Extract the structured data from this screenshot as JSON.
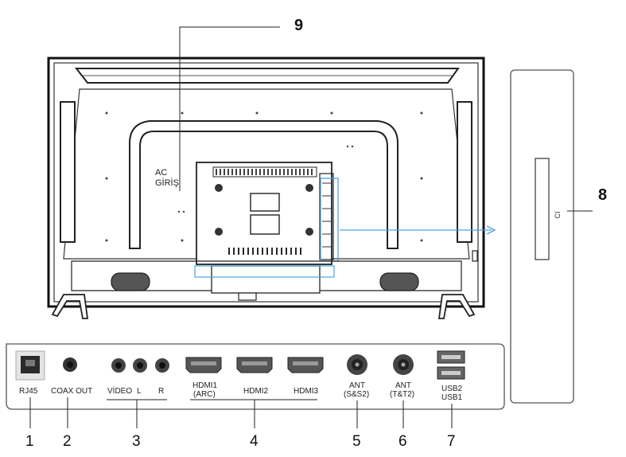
{
  "callouts": {
    "n1": "1",
    "n2": "2",
    "n3": "3",
    "n4": "4",
    "n5": "5",
    "n6": "6",
    "n7": "7",
    "n8": "8",
    "n9": "9"
  },
  "tv_back": {
    "ac_line1": "AC",
    "ac_line2": "GİRİŞ"
  },
  "ci_panel": {
    "ci_label": "CI"
  },
  "ports": {
    "rj45": "RJ45",
    "coax_out": "COAX OUT",
    "video": "VİDEO",
    "audio_l": "L",
    "audio_r": "R",
    "hdmi1_line1": "HDMI1",
    "hdmi1_line2": "(ARC)",
    "hdmi2": "HDMI2",
    "hdmi3": "HDMI3",
    "ant1_line1": "ANT",
    "ant1_line2": "(S&S2)",
    "ant2_line1": "ANT",
    "ant2_line2": "(T&T2)",
    "usb_line1": "USB2",
    "usb_line2": "USB1"
  },
  "colors": {
    "outline": "#222222",
    "arrow": "#4aa3df",
    "panel_stroke": "#555555"
  }
}
